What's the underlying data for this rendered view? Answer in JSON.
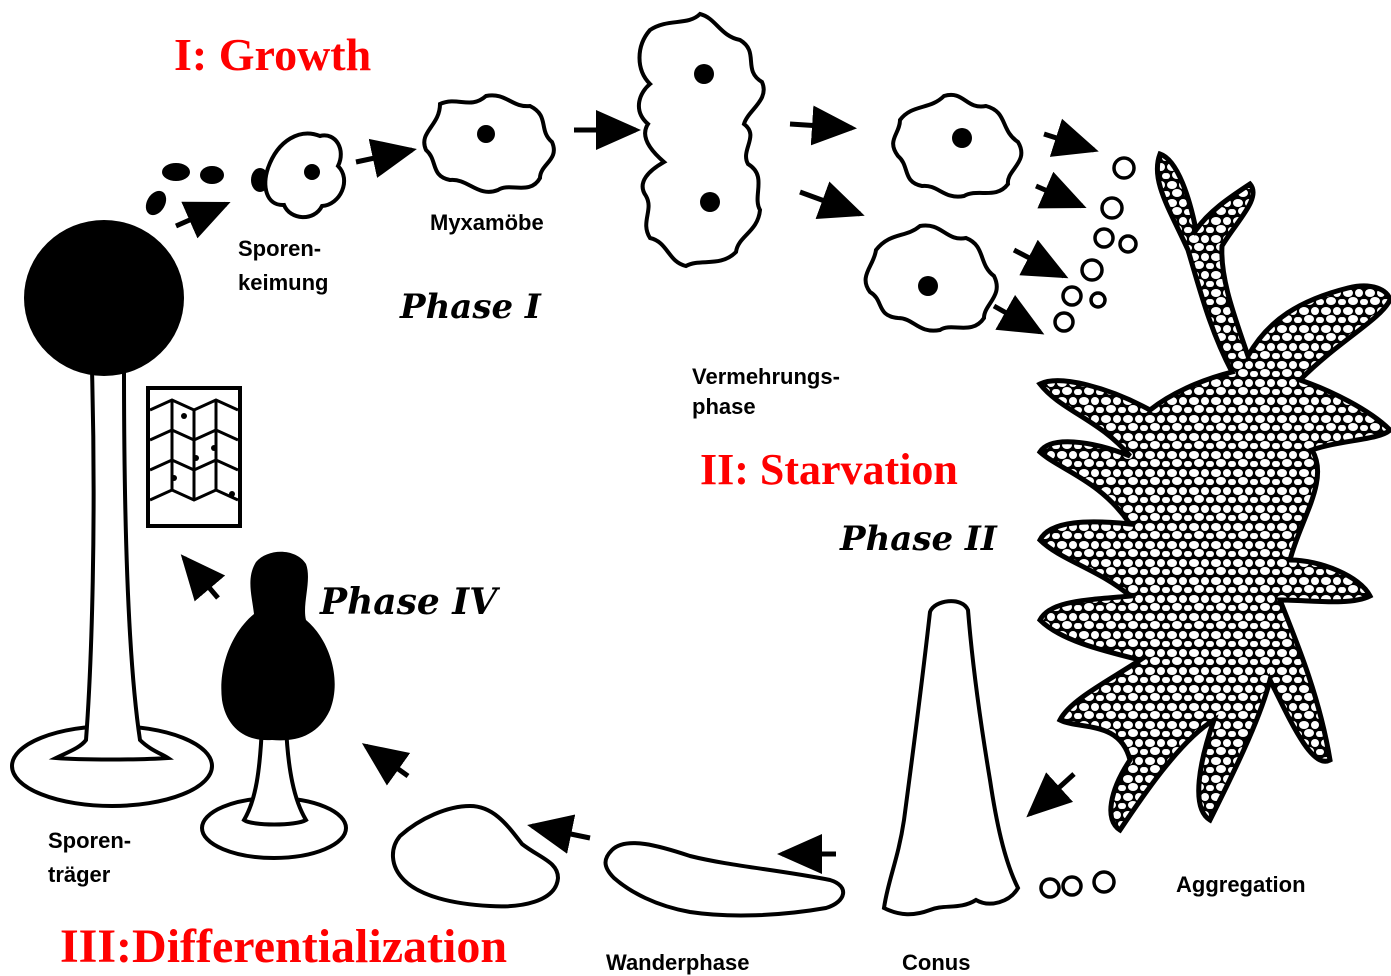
{
  "colors": {
    "heading": "#ff0000",
    "ink": "#000000",
    "paper": "#ffffff"
  },
  "headings": {
    "growth": "I: Growth",
    "starvation": "II: Starvation",
    "differentiation": "III:Differentialization"
  },
  "handwritten": {
    "phase1": "Phase I",
    "phase2": "Phase II",
    "phase4": "Phase IV"
  },
  "stages": {
    "sporen_keimung": [
      "Sporen-",
      "keimung"
    ],
    "myxamoebe": "Myxamöbe",
    "vermehrungsphase": [
      "Vermehrungs-",
      "phase"
    ],
    "aggregation": "Aggregation",
    "conus": "Conus",
    "wanderphase": "Wanderphase",
    "sporentraeger": [
      "Sporen-",
      "träger"
    ]
  }
}
